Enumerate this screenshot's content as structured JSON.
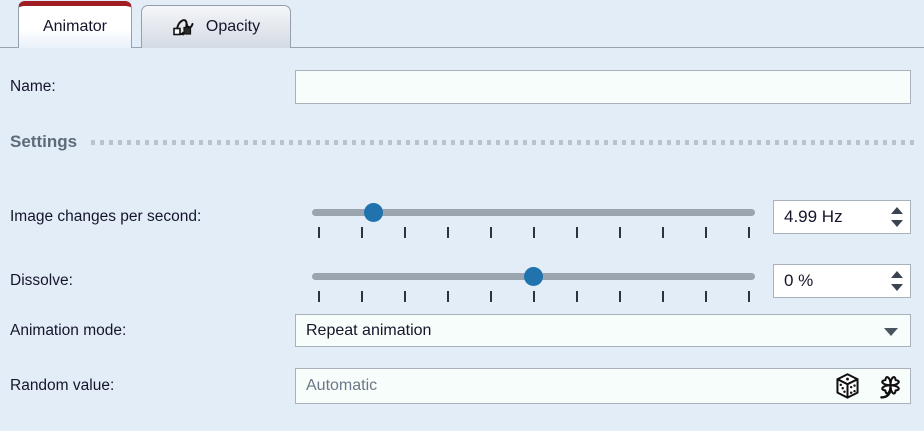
{
  "tabs": [
    {
      "label": "Animator",
      "active": true
    },
    {
      "label": "Opacity",
      "active": false,
      "icon": "animation-curve-icon"
    }
  ],
  "fields": {
    "name": {
      "label": "Name:",
      "value": ""
    },
    "settings_header": "Settings",
    "rate": {
      "label": "Image changes per second:",
      "value": "4.99 Hz",
      "slider_percent": 13.8,
      "tick_count": 11
    },
    "dissolve": {
      "label": "Dissolve:",
      "value": "0 %",
      "slider_percent": 50,
      "tick_count": 11
    },
    "animation_mode": {
      "label": "Animation mode:",
      "value": "Repeat animation"
    },
    "random_value": {
      "label": "Random value:",
      "value": "",
      "placeholder": "Automatic",
      "icons": [
        "dice-icon",
        "clover-icon"
      ]
    }
  },
  "colors": {
    "panel_bg": "#e3edf8",
    "accent_red": "#a01d23",
    "text": "#15152b",
    "settings_header": "#5e6b7a",
    "input_bg": "#f7fdfa",
    "border": "#a9b1bb",
    "slider_track": "#9ba5af",
    "slider_thumb": "#2173ad",
    "placeholder": "#6b7889"
  }
}
